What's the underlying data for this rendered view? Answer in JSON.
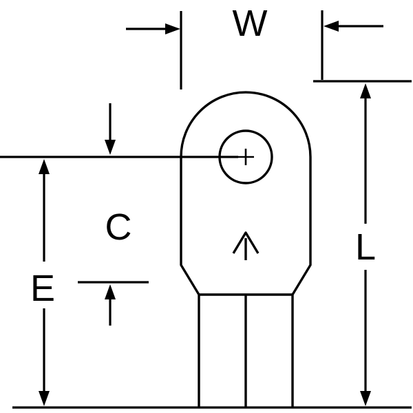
{
  "colors": {
    "line": "#000000",
    "background": "#ffffff"
  },
  "diagram": {
    "labels": {
      "width": "W",
      "center": "C",
      "edge": "E",
      "length": "L"
    },
    "marks": {
      "hole_center": "+",
      "body_marker": "up-arrow"
    }
  }
}
